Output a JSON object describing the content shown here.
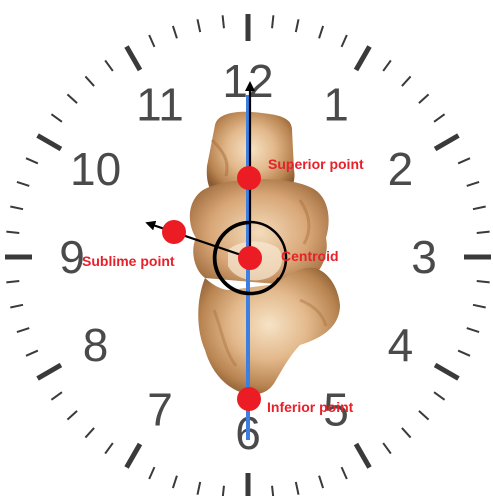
{
  "clock": {
    "numerals": [
      "12",
      "1",
      "2",
      "3",
      "4",
      "5",
      "6",
      "7",
      "8",
      "9",
      "10",
      "11"
    ],
    "tick_color": "#3a3a3a",
    "numeral_color": "#4a4a4a"
  },
  "axis": {
    "color": "#3d7fe0"
  },
  "points": {
    "superior": {
      "label": "Superior point"
    },
    "centroid": {
      "label": "Centroid"
    },
    "sublime": {
      "label": "Sublime point"
    },
    "inferior": {
      "label": "Inferior point"
    }
  },
  "colors": {
    "point_fill": "#ec1c24",
    "label": "#e8202a",
    "bone_light": "#f1d6b0",
    "bone_dark": "#9c6a3c"
  }
}
